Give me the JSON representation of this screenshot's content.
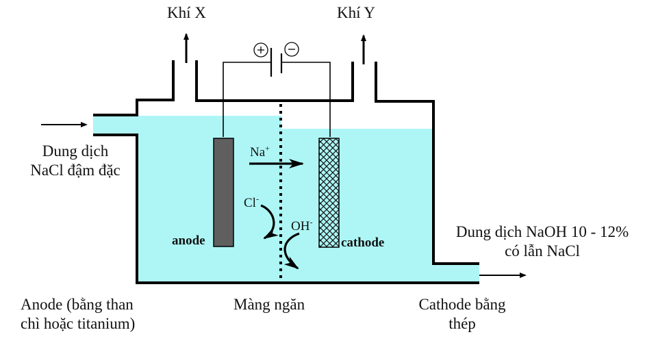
{
  "diagram": {
    "title": "Điện phân dung dịch NaCl có màng ngăn",
    "colors": {
      "solution": "#aef6f6",
      "anode_fill": "#5f5f5f",
      "outline": "#000000"
    },
    "gas_labels": {
      "left": "Khí X",
      "right": "Khí Y"
    },
    "battery": {
      "positive_symbol": "+",
      "negative_symbol": "−"
    },
    "inlet": {
      "line1": "Dung dịch",
      "line2": "NaCl đậm đặc"
    },
    "outlet": {
      "line1": "Dung dịch NaOH 10 - 12%",
      "line2": "có lẫn NaCl"
    },
    "electrodes": {
      "anode_label": "anode",
      "cathode_label": "cathode"
    },
    "ions": {
      "na": {
        "symbol": "Na",
        "charge": "+"
      },
      "cl": {
        "symbol": "Cl",
        "charge": "-"
      },
      "oh": {
        "symbol": "OH",
        "charge": "-"
      }
    },
    "captions": {
      "anode": {
        "line1": "Anode (bằng than",
        "line2": "chì hoặc titanium)"
      },
      "membrane": "Màng ngăn",
      "cathode": {
        "line1": "Cathode bằng",
        "line2": "thép"
      }
    }
  }
}
